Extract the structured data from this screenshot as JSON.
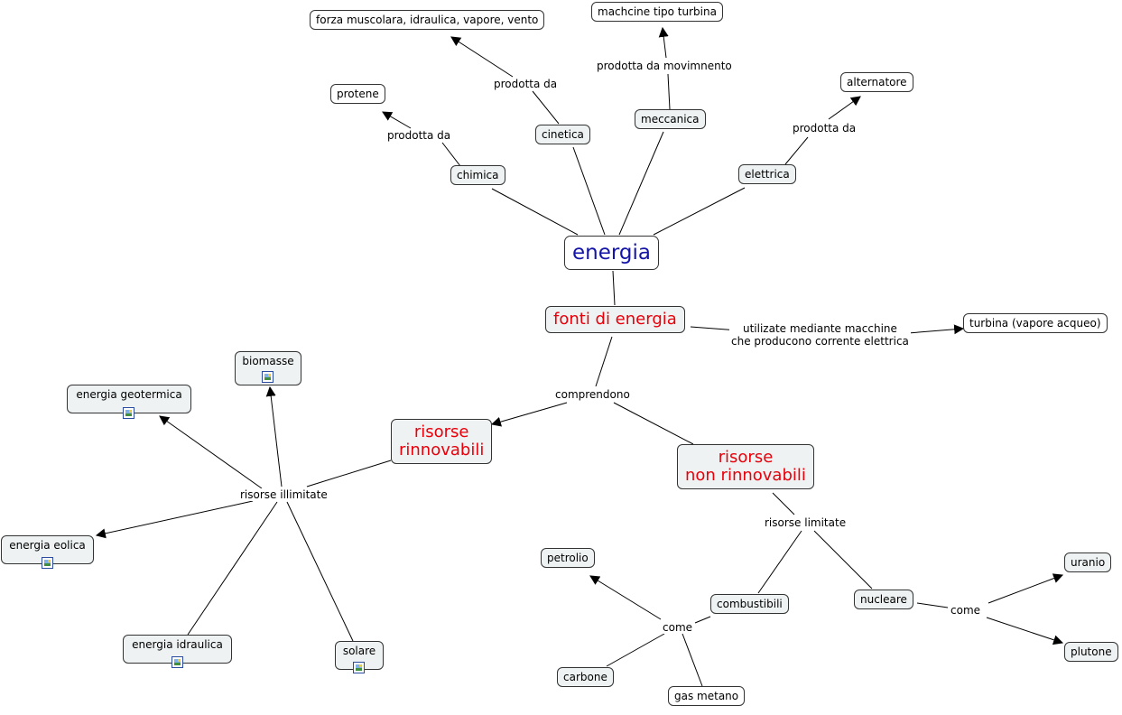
{
  "nodes": {
    "energia": "energia",
    "fonti": "fonti di energia",
    "chimica": "chimica",
    "cinetica": "cinetica",
    "meccanica": "meccanica",
    "elettrica": "elettrica",
    "protene": "protene",
    "forza": "forza muscolara, idraulica, vapore, vento",
    "turbina_tipo": "machcine tipo turbina",
    "alternatore": "alternatore",
    "turbina_vapore": "turbina (vapore acqueo)",
    "rinnovabili_1": "risorse",
    "rinnovabili_2": "rinnovabili",
    "non_rinnovabili_1": "risorse",
    "non_rinnovabili_2": "non rinnovabili",
    "biomasse": "biomasse",
    "geotermica": "energia geotermica",
    "eolica": "energia eolica",
    "idraulica": "energia idraulica",
    "solare": "solare",
    "petrolio": "petrolio",
    "combustibili": "combustibili",
    "nucleare": "nucleare",
    "uranio": "uranio",
    "plutone": "plutone",
    "carbone": "carbone",
    "gas_metano": "gas metano"
  },
  "links": {
    "prodotta_da_chimica": "prodotta da",
    "prodotta_da_cinetica": "prodotta da",
    "prodotta_da_movimnento": "prodotta da movimnento",
    "prodotta_da_elettrica": "prodotta da",
    "utilizate_1": "utilizate mediante macchine",
    "utilizate_2": "che producono corrente elettrica",
    "comprendono": "comprendono",
    "risorse_illimitate": "risorse illimitate",
    "risorse_limitate": "risorse limitate",
    "come_combustibili": "come",
    "come_nucleare": "come"
  },
  "colors": {
    "center_text": "#1414a8",
    "category_text": "#e8000b",
    "node_fill": "#eef2f2",
    "line": "#000000"
  },
  "icons": {
    "resource_image": "image-icon"
  }
}
